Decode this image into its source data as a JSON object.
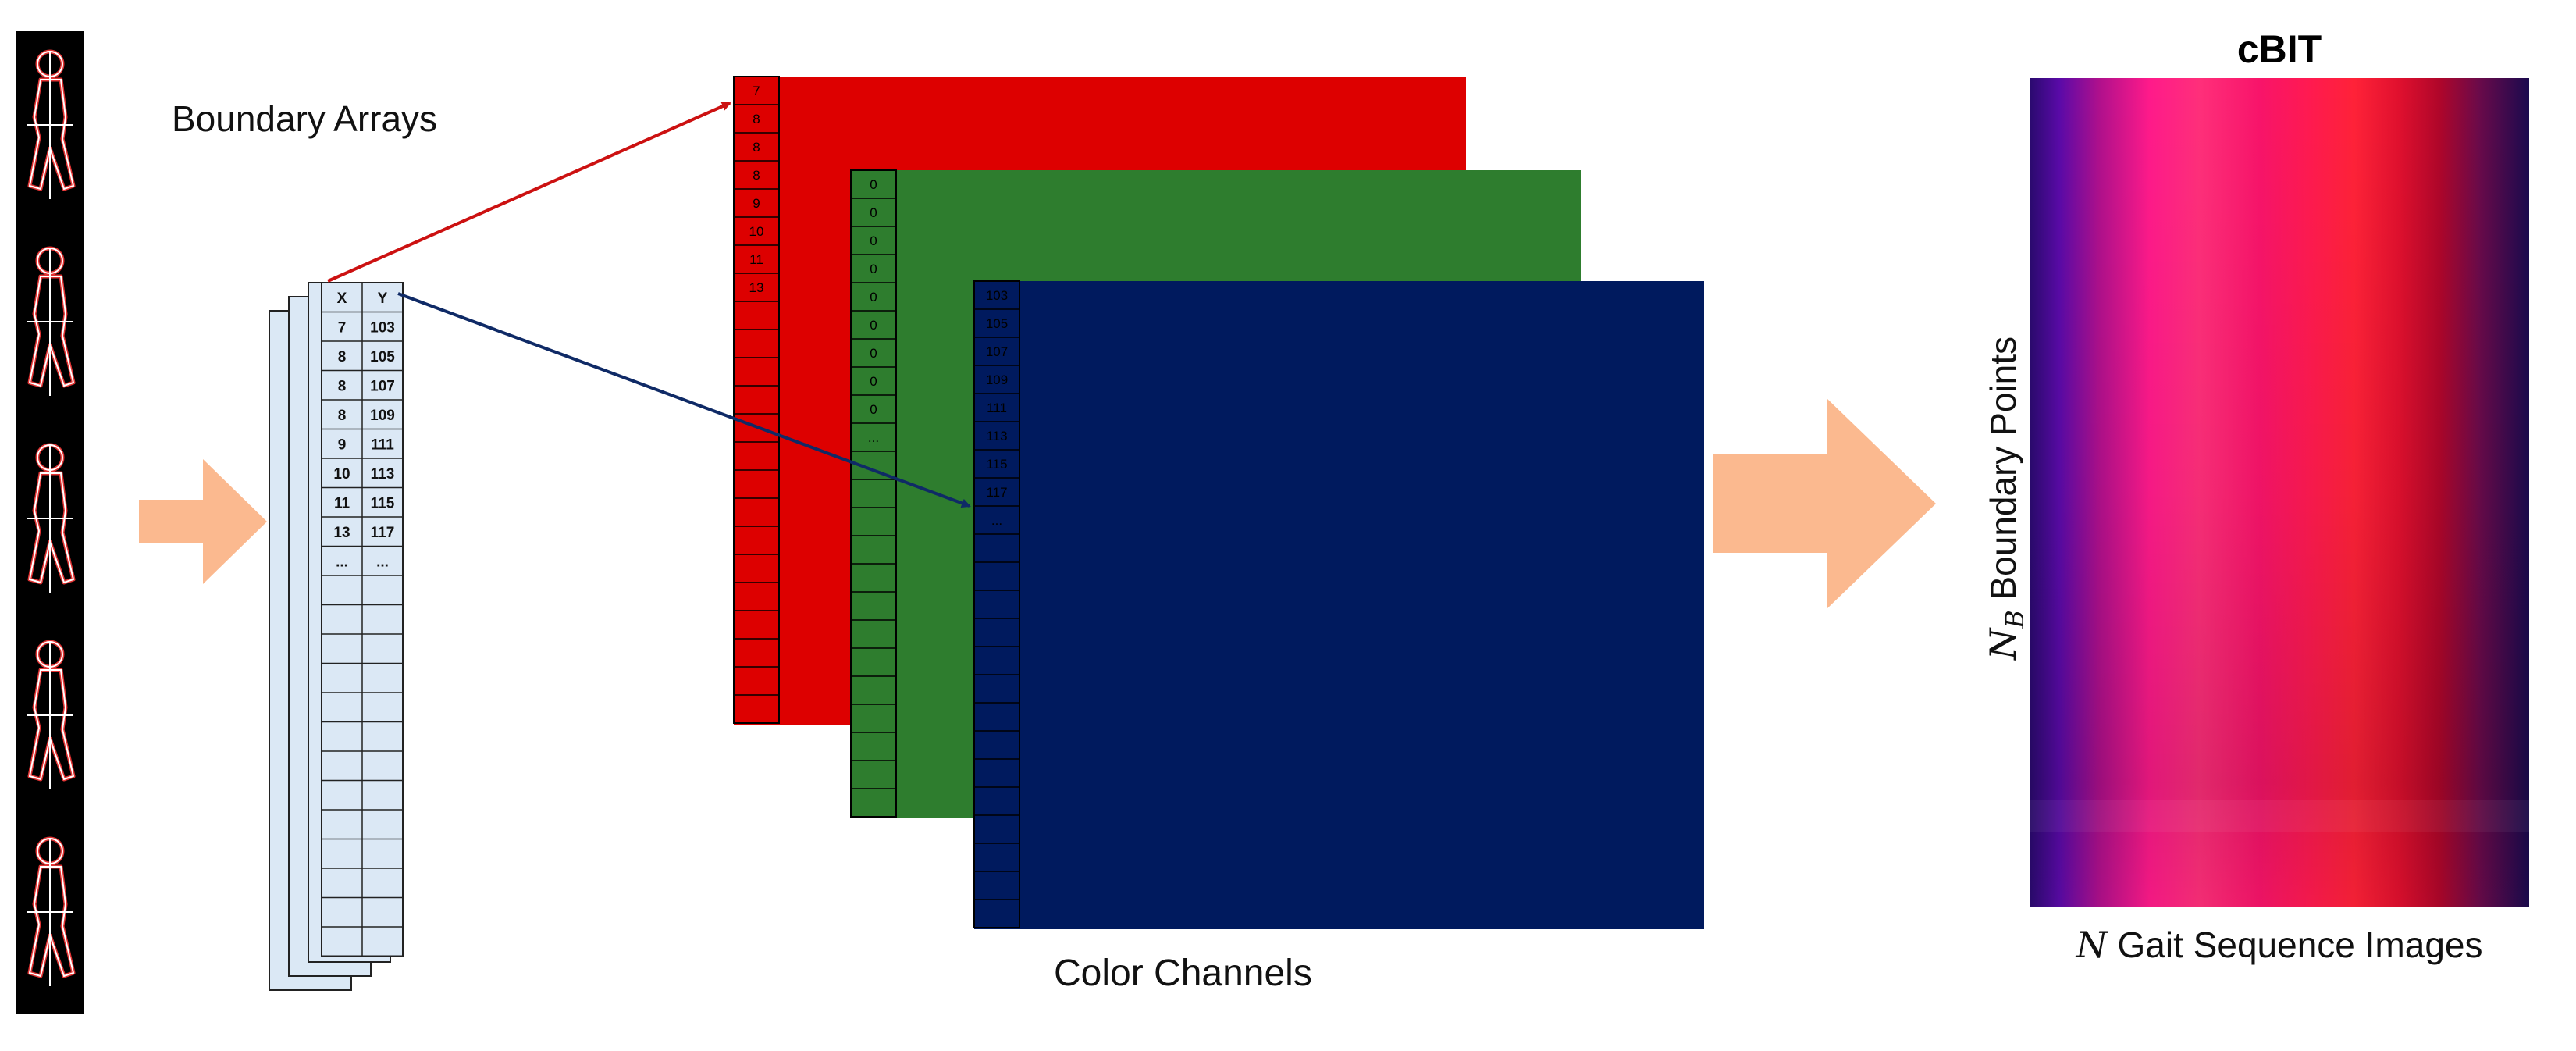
{
  "labels": {
    "boundary_arrays": "Boundary Arrays",
    "color_channels": "Color Channels",
    "cbit_title": "cBIT",
    "y_axis_label_math": "N",
    "y_axis_label_sub": "B",
    "y_axis_label_text": " Boundary Points",
    "x_axis_label_math": "N",
    "x_axis_label_text": " Gait Sequence Images"
  },
  "boundary_table": {
    "headers": [
      "X",
      "Y"
    ],
    "rows": [
      [
        "7",
        "103"
      ],
      [
        "8",
        "105"
      ],
      [
        "8",
        "107"
      ],
      [
        "8",
        "109"
      ],
      [
        "9",
        "111"
      ],
      [
        "10",
        "113"
      ],
      [
        "11",
        "115"
      ],
      [
        "13",
        "117"
      ],
      [
        "...",
        "..."
      ]
    ]
  },
  "channels": {
    "red": {
      "color": "#dd0000",
      "values": [
        "7",
        "8",
        "8",
        "8",
        "9",
        "10",
        "11",
        "13"
      ]
    },
    "green": {
      "color": "#2e7d2e",
      "values": [
        "0",
        "0",
        "0",
        "0",
        "0",
        "0",
        "0",
        "0",
        "0",
        "..."
      ]
    },
    "blue": {
      "color": "#001a5e",
      "values": [
        "103",
        "105",
        "107",
        "109",
        "111",
        "113",
        "115",
        "117",
        "..."
      ]
    }
  },
  "colors": {
    "flow_arrow": "#fbb98f",
    "red_arrow": "#cc1111",
    "blue_arrow": "#0f2a66",
    "array_fill": "#dbe8f5",
    "silhouette_outline": "#e03333"
  },
  "icons": {
    "silhouette": "walking-person-silhouette-icon"
  }
}
